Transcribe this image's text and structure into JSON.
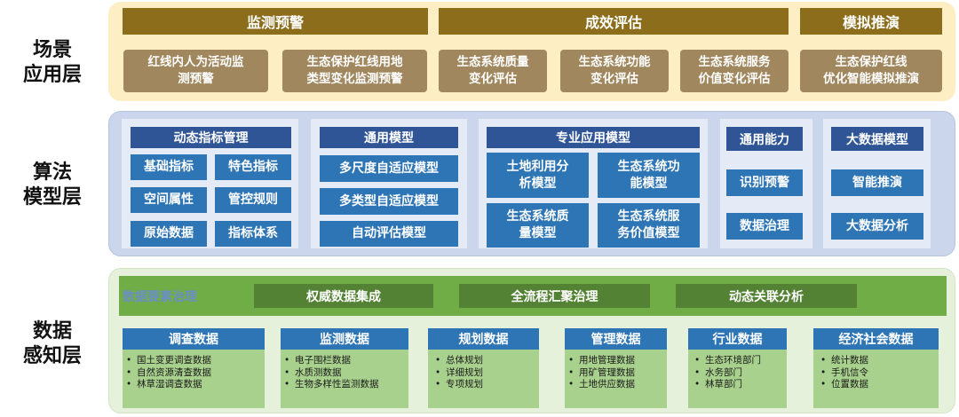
{
  "layers": {
    "scene": {
      "line1": "场景",
      "line2": "应用层"
    },
    "algo": {
      "line1": "算法",
      "line2": "模型层"
    },
    "data": {
      "line1": "数据",
      "line2": "感知层"
    }
  },
  "scene": {
    "heads": [
      "监测预警",
      "成效评估",
      "模拟推演"
    ],
    "items": [
      [
        "红线内人为活动监",
        "测预警"
      ],
      [
        "生态保护红线用地",
        "类型变化监测预警"
      ],
      [
        "生态系统质量",
        "变化评估"
      ],
      [
        "生态系统功能",
        "变化评估"
      ],
      [
        "生态系统服务",
        "价值变化评估"
      ],
      [
        "生态保护红线",
        "优化智能模拟推演"
      ]
    ]
  },
  "algo": {
    "dynamic": {
      "title": "动态指标管理",
      "items": [
        "基础指标",
        "特色指标",
        "空间属性",
        "管控规则",
        "原始数据",
        "指标体系"
      ]
    },
    "general_model": {
      "title": "通用模型",
      "items": [
        "多尺度自适应模型",
        "多类型自适应模型",
        "自动评估模型"
      ]
    },
    "pro_model": {
      "title": "专业应用模型",
      "items": [
        [
          "土地利用分",
          "析模型"
        ],
        [
          "生态系统功",
          "能模型"
        ],
        [
          "生态系统质",
          "量模型"
        ],
        [
          "生态系统服",
          "务价值模型"
        ]
      ]
    },
    "ability": {
      "title": "通用能力",
      "items": [
        "识别预警",
        "数据治理"
      ]
    },
    "bigdata": {
      "title": "大数据模型",
      "items": [
        "智能推演",
        "大数据分析"
      ]
    }
  },
  "data": {
    "strip_label": "数据要素治理",
    "governance": [
      "权威数据集成",
      "全流程汇聚治理",
      "动态关联分析"
    ],
    "cards": [
      {
        "title": "调查数据",
        "items": [
          "国土变更调查数据",
          "自然资源清查数据",
          "林草湿调查数据"
        ]
      },
      {
        "title": "监测数据",
        "items": [
          "电子围栏数据",
          "水质测数据",
          "生物多样性监测数据"
        ]
      },
      {
        "title": "规划数据",
        "items": [
          "总体规划",
          "详细规划",
          "专项规划"
        ]
      },
      {
        "title": "管理数据",
        "items": [
          "用地管理数据",
          "用矿管理数据",
          "土地供应数据"
        ]
      },
      {
        "title": "行业数据",
        "items": [
          "生态环境部门",
          "水务部门",
          "林草部门"
        ]
      },
      {
        "title": "经济社会数据",
        "items": [
          "统计数据",
          "手机信令",
          "位置数据"
        ]
      }
    ]
  },
  "colors": {
    "scene_band": "#fdeec4",
    "scene_head": "#8c6d1c",
    "scene_item": "#a0875d",
    "algo_band": "#cbd6ec",
    "algo_head": "#2f5597",
    "algo_item": "#2e75b6",
    "data_band": "#e6f1dc",
    "data_strip": "#70ad47",
    "data_gov": "#548235",
    "data_card": "#a9d18e"
  }
}
